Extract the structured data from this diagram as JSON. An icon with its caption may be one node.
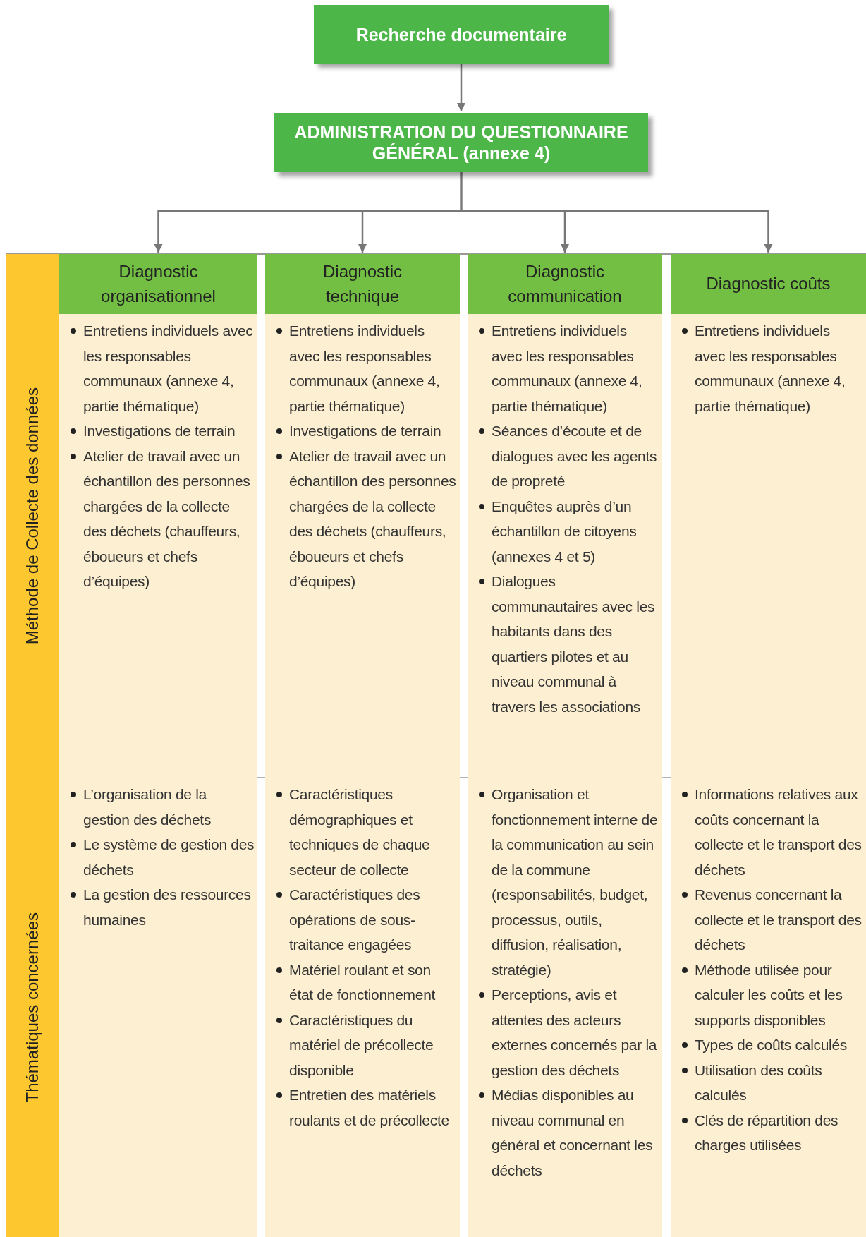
{
  "diagram": {
    "nodes": [
      {
        "text": [
          "Recherche documentaire"
        ]
      },
      {
        "text": [
          "ADMINISTRATION DU QUESTIONNAIRE GÉNÉRAL (annexe 4)"
        ]
      },
      {
        "text": [
          "Diagnostic organisationnel"
        ]
      },
      {
        "text": [
          "Diagnostic technique"
        ]
      },
      {
        "text": [
          "Diagnostic communication"
        ]
      },
      {
        "text": [
          "Diagnostic coûts"
        ]
      },
      {
        "text": [
          "Méthode de Collecte des données"
        ]
      },
      {
        "text": [
          "Entretiens individuels avec les responsables communaux (annexe 4, partie thématique)",
          "Investigations de terrain",
          "Atelier de travail avec un échantillon des personnes chargées de la collecte des déchets (chauffeurs, éboueurs et chefs d’équipes)"
        ]
      },
      {
        "text": [
          "Entretiens individuels avec les responsables communaux (annexe 4, partie thématique)",
          "Investigations de terrain",
          "Atelier de travail avec un échantillon des personnes chargées de la collecte des déchets (chauffeurs, éboueurs et chefs d’équipes)"
        ]
      },
      {
        "text": [
          "Entretiens individuels avec les responsables communaux (annexe 4, partie thématique)",
          "Séances d’écoute et de dialogues avec les agents de propreté",
          "Enquêtes auprès d’un échantillon de citoyens (annexes 4 et 5)",
          "Dialogues communautaires avec les habitants dans des quartiers pilotes et au niveau communal à travers les associations"
        ]
      },
      {
        "text": [
          "Entretiens individuels avec les responsables communaux (annexe 4, partie thématique)"
        ]
      },
      {
        "text": [
          "Thématiques concernées"
        ]
      },
      {
        "text": [
          "L’organisation de la gestion des déchets",
          "Le système de gestion des déchets",
          "La gestion des ressources humaines"
        ]
      },
      {
        "text": [
          "Caractéristiques démographiques et techniques de chaque secteur de collecte",
          "Caractéristiques des opérations de sous-traitance engagées",
          "Matériel roulant et son état de fonctionnement",
          "Caractéristiques du matériel de précollecte disponible",
          "Entretien des matériels roulants et de précollecte"
        ]
      },
      {
        "text": [
          "Organisation et fonctionnement interne de la communication au sein de la commune (responsabilités, budget, processus, outils, diffusion, réalisation, stratégie)",
          "Perceptions, avis et attentes des acteurs externes concernés par la gestion des déchets",
          "Médias disponibles au niveau communal en général et concernant les déchets"
        ]
      },
      {
        "text": [
          "Informations relatives aux coûts concernant la collecte et le transport des déchets",
          "Revenus concernant la collecte et le transport des déchets",
          "Méthode utilisée pour calculer les coûts et les supports disponibles",
          "Types de coûts calculés",
          "Utilisation des coûts calculés",
          "Clés de répartition des charges utilisées"
        ]
      }
    ],
    "edges": [
      {
        "from": 0,
        "to": 1,
        "arrow": "to"
      },
      {
        "from": 1,
        "to": 2,
        "arrow": "to"
      },
      {
        "from": 1,
        "to": 3,
        "arrow": "to"
      },
      {
        "from": 1,
        "to": 4,
        "arrow": "to"
      },
      {
        "from": 1,
        "to": 5,
        "arrow": "to"
      }
    ]
  }
}
